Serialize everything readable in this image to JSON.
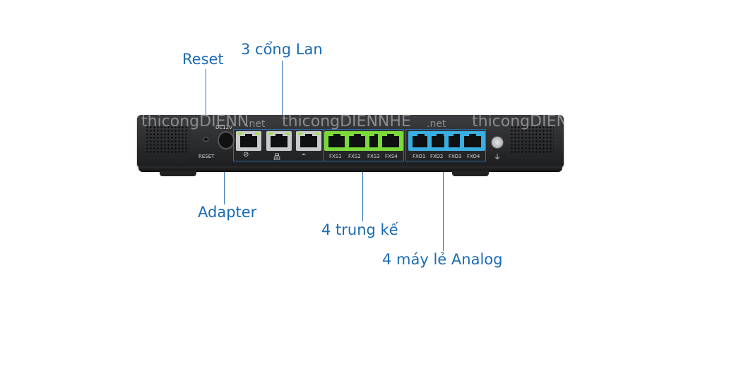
{
  "labels": {
    "reset": "Reset",
    "lan": "3 cổng Lan",
    "adapter": "Adapter",
    "trunk": "4 trung kế",
    "analog": "4 máy lẻ Analog"
  },
  "device": {
    "reset_text": "RESET",
    "dc_text": "DC12V",
    "fxs_ports": [
      "FXS1",
      "FXS2",
      "FXS3",
      "FXS4"
    ],
    "fxo_ports": [
      "FXO1",
      "FXO2",
      "FXO3",
      "FXO4"
    ]
  },
  "watermark": {
    "brand": "thicongDIENNHE",
    "suffix": ".net"
  },
  "colors": {
    "callout": "#1a6bb5",
    "fxs_port": "#7bd93a",
    "fxo_port": "#3aaee0"
  }
}
